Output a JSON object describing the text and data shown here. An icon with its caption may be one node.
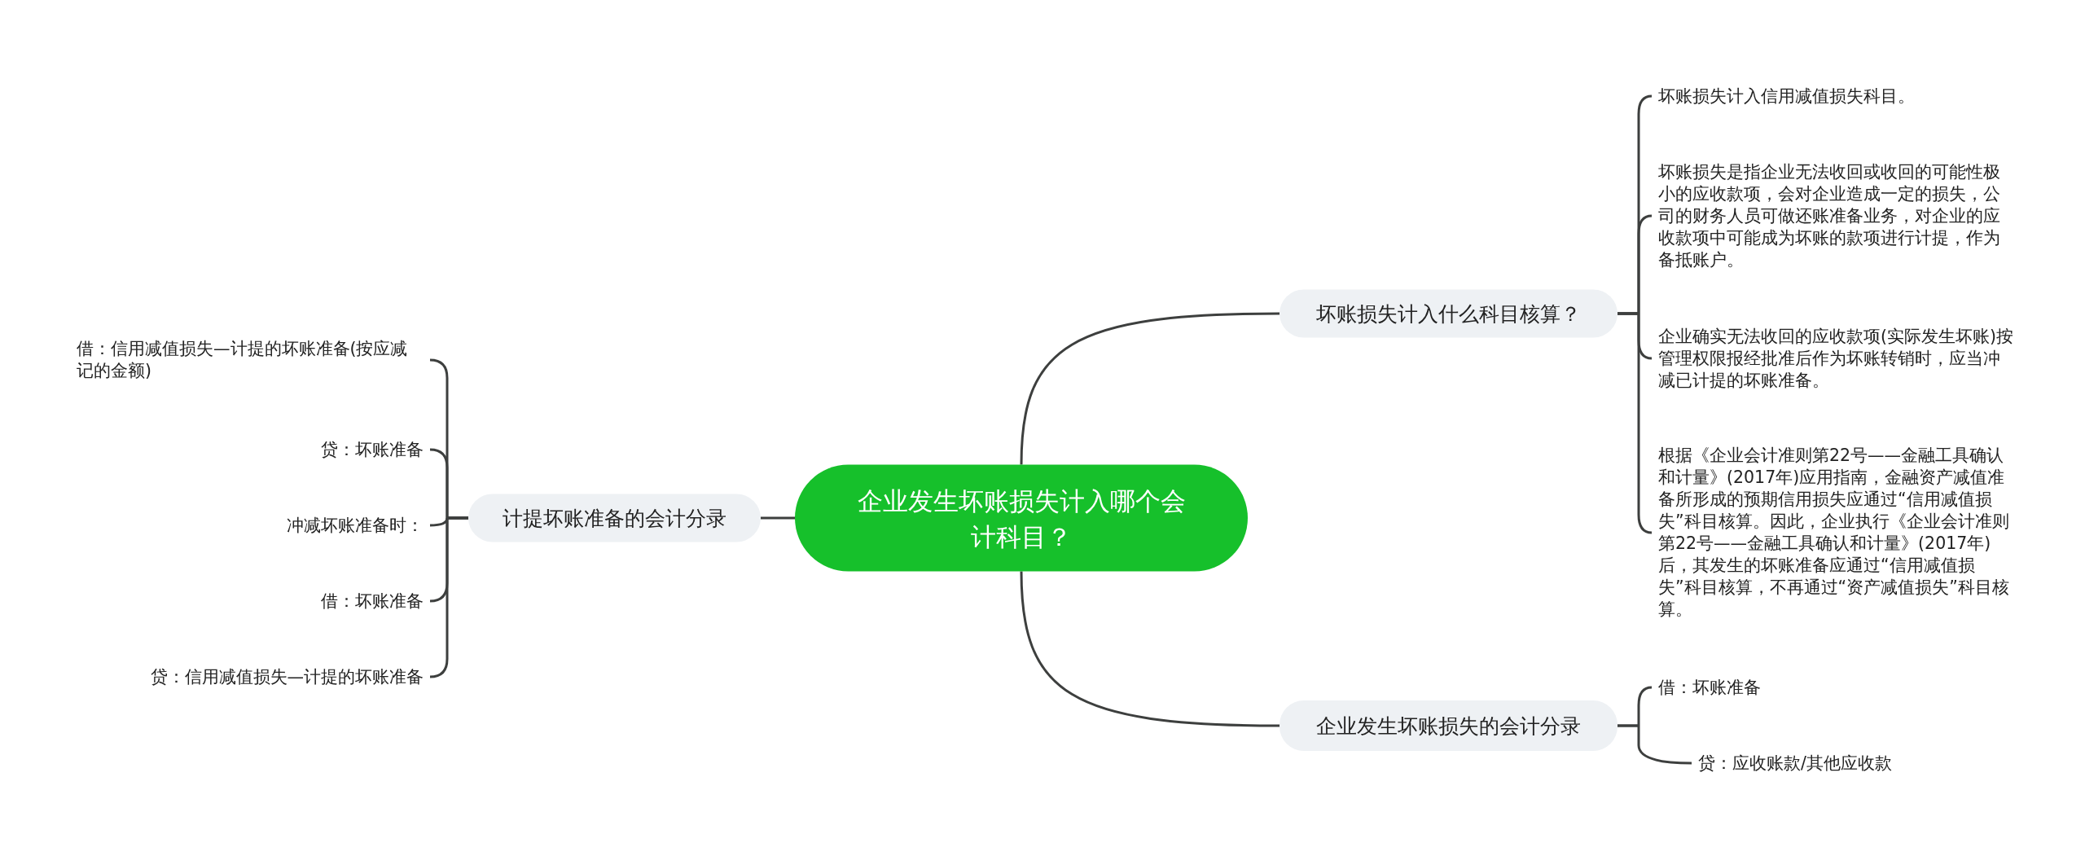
{
  "diagram": {
    "nodes": [
      {
        "text": [
          "企业发生坏账损失计入哪个会计科目？"
        ]
      },
      {
        "text": [
          "坏账损失计入什么科目核算？"
        ]
      },
      {
        "text": [
          "坏账损失计入信用减值损失科目。"
        ]
      },
      {
        "text": [
          "坏账损失是指企业无法收回或收回的可能性极小的应收款项，会对企业造成一定的损失，公司的财务人员可做还账准备业务，对企业的应收款项中可能成为坏账的款项进行计提，作为备抵账户。"
        ]
      },
      {
        "text": [
          "企业确实无法收回的应收款项(实际发生坏账)按管理权限报经批准后作为坏账转销时，应当冲减已计提的坏账准备。"
        ]
      },
      {
        "text": [
          "根据《企业会计准则第22号——金融工具确认和计量》(2017年)应用指南，金融资产减值准备所形成的预期信用损失应通过“信用减值损失”科目核算。因此，企业执行《企业会计准则第22号——金融工具确认和计量》(2017年)后，其发生的坏账准备应通过“信用减值损失”科目核算，不再通过“资产减值损失”科目核算。"
        ]
      },
      {
        "text": [
          "企业发生坏账损失的会计分录"
        ]
      },
      {
        "text": [
          "借：坏账准备"
        ]
      },
      {
        "text": [
          "贷：应收账款/其他应收款"
        ]
      },
      {
        "text": [
          "计提坏账准备的会计分录"
        ]
      },
      {
        "text": [
          "借：信用减值损失—计提的坏账准备(按应减记的金额)"
        ]
      },
      {
        "text": [
          "贷：坏账准备"
        ]
      },
      {
        "text": [
          "冲减坏账准备时："
        ]
      },
      {
        "text": [
          "借：坏账准备"
        ]
      },
      {
        "text": [
          "贷：信用减值损失—计提的坏账准备"
        ]
      }
    ],
    "edges": [
      {
        "from": 0,
        "to": 1,
        "arrow": "none"
      },
      {
        "from": 1,
        "to": 2,
        "arrow": "none"
      },
      {
        "from": 1,
        "to": 3,
        "arrow": "none"
      },
      {
        "from": 1,
        "to": 4,
        "arrow": "none"
      },
      {
        "from": 1,
        "to": 5,
        "arrow": "none"
      },
      {
        "from": 0,
        "to": 6,
        "arrow": "none"
      },
      {
        "from": 6,
        "to": 7,
        "arrow": "none"
      },
      {
        "from": 6,
        "to": 8,
        "arrow": "none"
      },
      {
        "from": 0,
        "to": 9,
        "arrow": "none"
      },
      {
        "from": 9,
        "to": 10,
        "arrow": "none"
      },
      {
        "from": 9,
        "to": 11,
        "arrow": "none"
      },
      {
        "from": 9,
        "to": 12,
        "arrow": "none"
      },
      {
        "from": 9,
        "to": 13,
        "arrow": "none"
      },
      {
        "from": 9,
        "to": 14,
        "arrow": "none"
      }
    ]
  }
}
